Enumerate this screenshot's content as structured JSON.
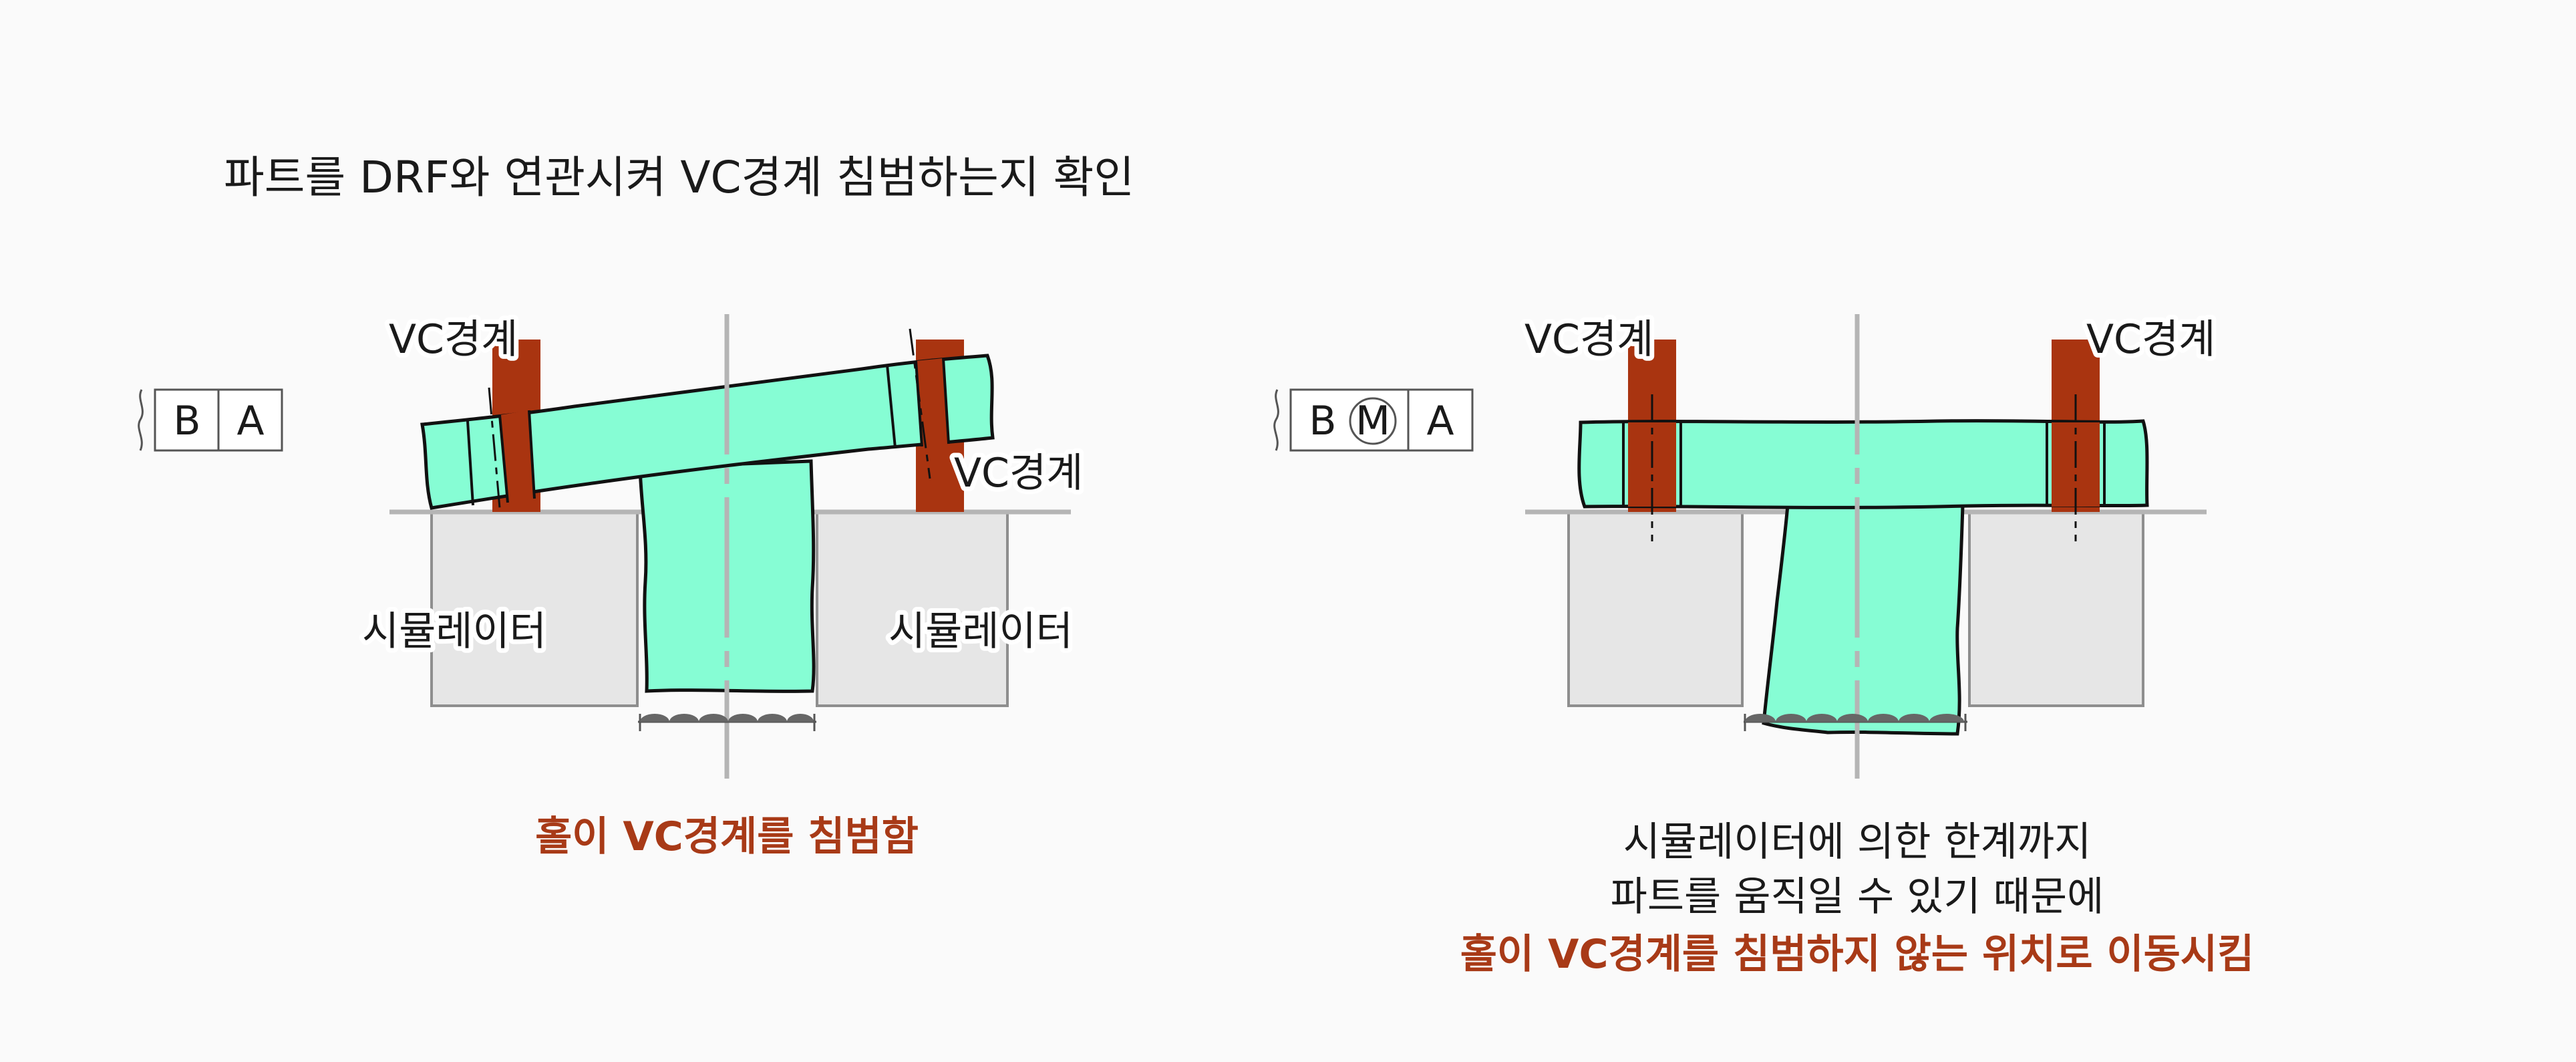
{
  "title": "파트를 DRF와 연관시켜 VC경계 침범하는지 확인",
  "colors": {
    "part": "#86fdd4",
    "vc_boundary": "#a93410",
    "simulator": "#e6e6e6",
    "datum_line": "#b5b5b5",
    "red_text": "#a83a17"
  },
  "left": {
    "frame": {
      "datum_b": "B",
      "datum_a": "A"
    },
    "vc_label_top": "VC경계",
    "vc_label_right": "VC경계",
    "simulator_left": "시뮬레이터",
    "simulator_right": "시뮬레이터",
    "caption": "홀이 VC경계를 침범함"
  },
  "right": {
    "frame": {
      "datum_b": "B",
      "modifier": "M",
      "datum_a": "A"
    },
    "vc_label_left": "VC경계",
    "vc_label_right": "VC경계",
    "caption_line1": "시뮬레이터에 의한 한계까지",
    "caption_line2": "파트를 움직일 수 있기 때문에",
    "caption_line3": "홀이 VC경계를 침범하지 않는 위치로 이동시킴"
  }
}
